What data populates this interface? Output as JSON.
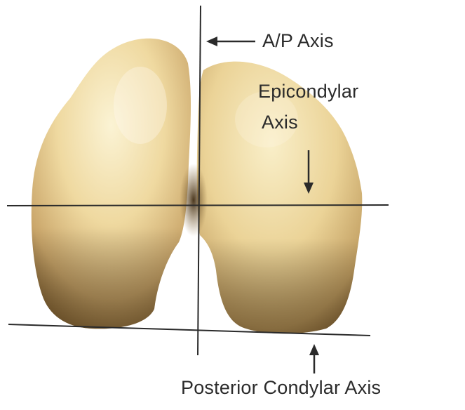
{
  "labels": {
    "ap_axis": "A/P Axis",
    "epicondylar_line1": "Epicondylar",
    "epicondylar_line2": "Axis",
    "posterior_condylar": "Posterior Condylar Axis"
  },
  "colors": {
    "bone_light": "#f6e7b6",
    "bone_mid": "#dcc17f",
    "bone_dark": "#9b7a42",
    "notch": "#5c4526",
    "line": "#2a2a2a",
    "text": "#2b2b2b"
  }
}
